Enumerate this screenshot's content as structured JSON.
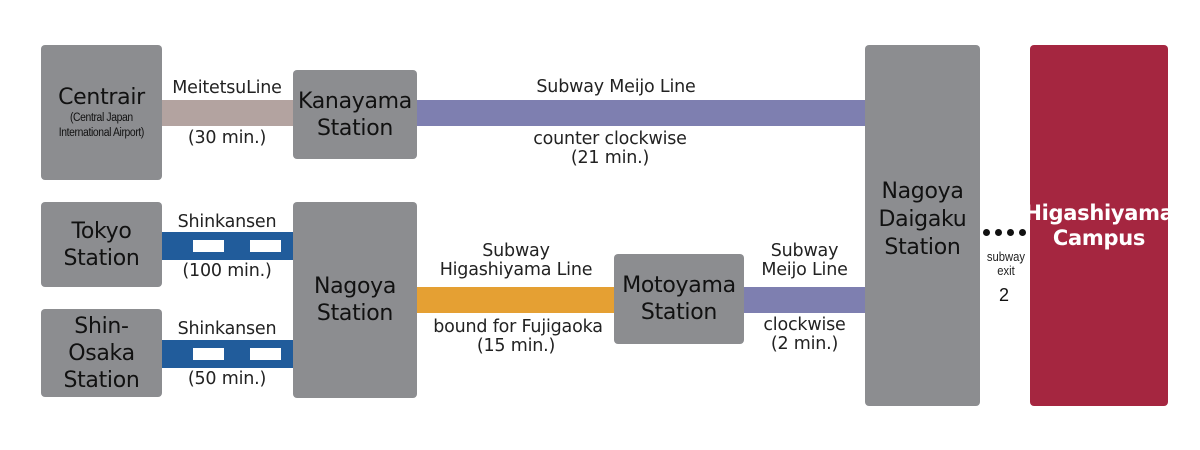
{
  "stations": {
    "centrair": {
      "name": "Centrair",
      "sub": "(Central Japan\nInternational Airport)"
    },
    "kanayama": {
      "name": "Kanayama\nStation"
    },
    "tokyo": {
      "name": "Tokyo\nStation"
    },
    "shin_osaka": {
      "name": "Shin-Osaka\nStation"
    },
    "nagoya": {
      "name": "Nagoya\nStation"
    },
    "motoyama": {
      "name": "Motoyama\nStation"
    },
    "nagoya_daigaku": {
      "name": "Nagoya\nDaigaku\nStation"
    },
    "campus": {
      "name": "Higashiyama\nCampus"
    }
  },
  "routes": {
    "meitetsu": {
      "line": "MeitetsuLine",
      "time": "(30 min.)",
      "color": "#b3a3a0"
    },
    "meijo_counter": {
      "line": "Subway Meijo Line",
      "direction": "counter clockwise",
      "time": "(21 min.)",
      "color": "#7e7fb0"
    },
    "shinkansen_tokyo": {
      "line": "Shinkansen",
      "time": "(100 min.)",
      "color": "#215c9b"
    },
    "shinkansen_osaka": {
      "line": "Shinkansen",
      "time": "(50 min.)",
      "color": "#215c9b"
    },
    "higashiyama": {
      "line": "Subway\nHigashiyama Line",
      "direction": "bound for Fujigaoka",
      "time": "(15 min.)",
      "color": "#e5a033"
    },
    "meijo_clockwise": {
      "line": "Subway\nMeijo Line",
      "direction": "clockwise",
      "time": "(2 min.)",
      "color": "#7e7fb0"
    }
  },
  "exit": {
    "label": "subway\nexit",
    "number": "2"
  }
}
